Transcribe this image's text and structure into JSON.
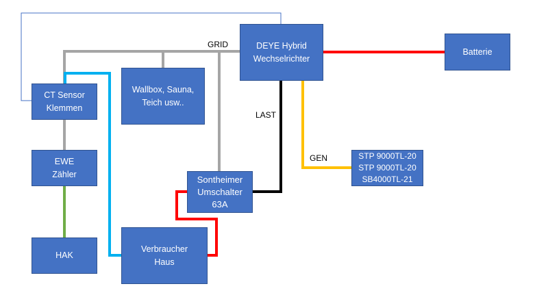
{
  "diagram": {
    "nodes": {
      "ct_sensor": "CT Sensor\nKlemmen",
      "wallbox": "Wallbox, Sauna,\nTeich usw..",
      "inverter": "DEYE Hybrid\nWechselrichter",
      "battery": "Batterie",
      "meter": "EWE\nZähler",
      "hak": "HAK",
      "switch": "Sontheimer\nUmschalter\n63A",
      "consumer": "Verbraucher\nHaus",
      "pv": "STP 9000TL-20\nSTP 9000TL-20\nSB4000TL-21"
    },
    "labels": {
      "grid": "GRID",
      "last": "LAST",
      "gen": "GEN"
    },
    "colors": {
      "node_fill": "#4472c4",
      "grid_line": "#a5a5a5",
      "ct_line": "#00b0f0",
      "battery_line": "#ff0000",
      "load_line": "#000000",
      "gen_line": "#ffc000",
      "hak_line": "#70ad47",
      "sensor_outline": "#4472c4"
    }
  }
}
